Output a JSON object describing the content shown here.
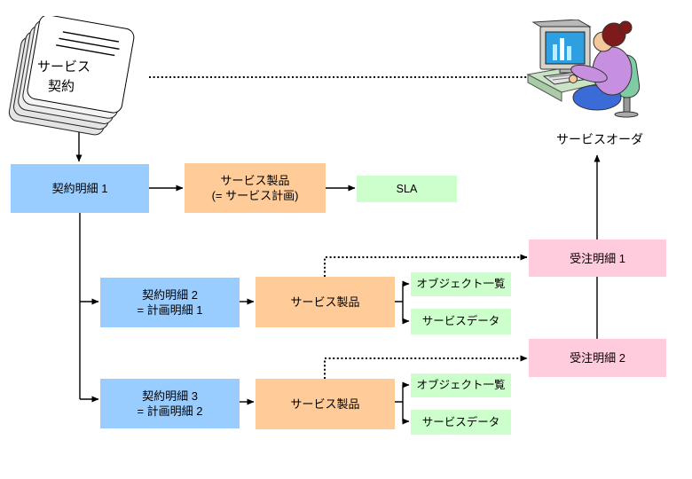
{
  "colors": {
    "blue_box": "#99CCFF",
    "orange_box": "#FFCC99",
    "green_box": "#CCFFCC",
    "pink_box": "#FFCCDD",
    "line": "#000000"
  },
  "icons": {
    "document_stack": "service-contract-document-stack-icon",
    "computer_user": "operator-at-computer-icon"
  },
  "nodes": {
    "service_contract_doc": {
      "line1": "サービス",
      "line2": "契約"
    },
    "service_order_label": "サービスオーダ",
    "contract_item_1": "契約明細 1",
    "service_product_plan": {
      "line1": "サービス製品",
      "line2": "(= サービス計画)"
    },
    "sla": "SLA",
    "contract_item_2": {
      "line1": "契約明細 2",
      "line2": "= 計画明細 1"
    },
    "service_product_2": "サービス製品",
    "object_list_2": "オブジェクト一覧",
    "service_data_2": "サービスデータ",
    "order_item_1": "受注明細 1",
    "contract_item_3": {
      "line1": "契約明細 3",
      "line2": "= 計画明細 2"
    },
    "service_product_3": "サービス製品",
    "object_list_3": "オブジェクト一覧",
    "service_data_3": "サービスデータ",
    "order_item_2": "受注明細 2"
  }
}
